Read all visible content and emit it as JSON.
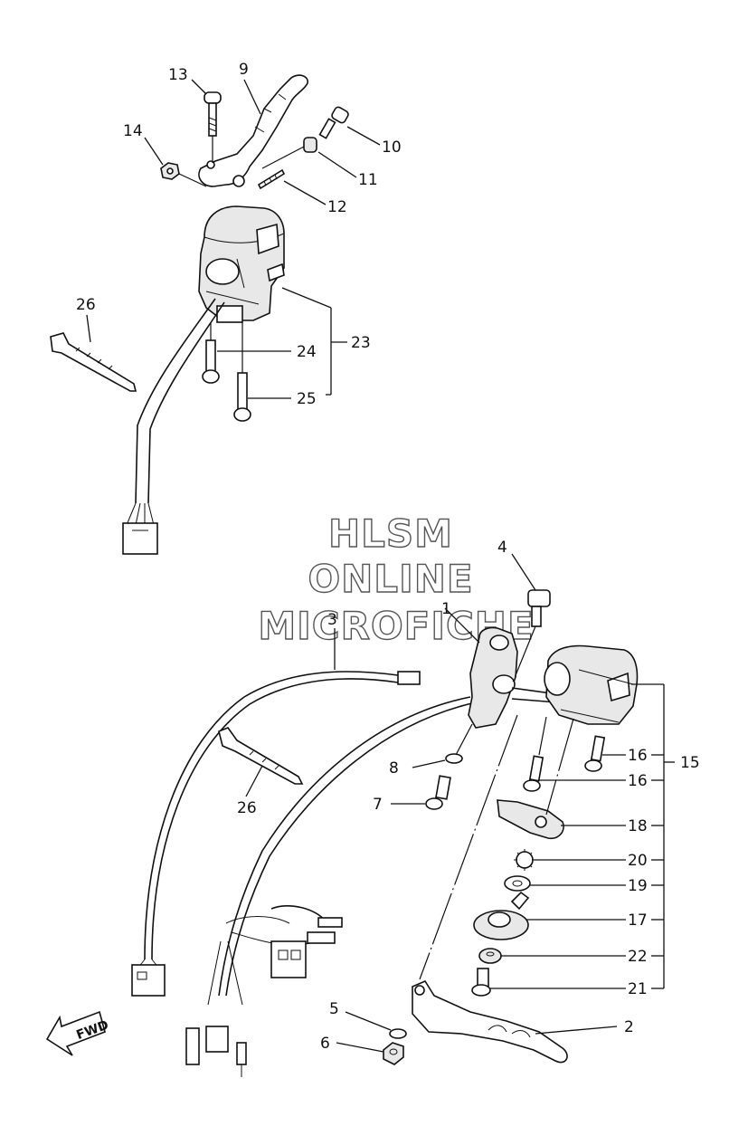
{
  "watermark": {
    "line1": "HLSM",
    "line2": "ONLINE",
    "line3": "MICROFICHE"
  },
  "direction_arrow": {
    "label": "FWD",
    "icon": "fwd-arrow-icon"
  },
  "callouts": [
    {
      "id": "c13",
      "text": "13"
    },
    {
      "id": "c9",
      "text": "9"
    },
    {
      "id": "c14",
      "text": "14"
    },
    {
      "id": "c10",
      "text": "10"
    },
    {
      "id": "c11",
      "text": "11"
    },
    {
      "id": "c12",
      "text": "12"
    },
    {
      "id": "c26a",
      "text": "26"
    },
    {
      "id": "c23",
      "text": "23"
    },
    {
      "id": "c24",
      "text": "24"
    },
    {
      "id": "c25",
      "text": "25"
    },
    {
      "id": "c4",
      "text": "4"
    },
    {
      "id": "c1",
      "text": "1"
    },
    {
      "id": "c3",
      "text": "3"
    },
    {
      "id": "c16a",
      "text": "16"
    },
    {
      "id": "c15",
      "text": "15"
    },
    {
      "id": "c16b",
      "text": "16"
    },
    {
      "id": "c8",
      "text": "8"
    },
    {
      "id": "c7",
      "text": "7"
    },
    {
      "id": "c26b",
      "text": "26"
    },
    {
      "id": "c18",
      "text": "18"
    },
    {
      "id": "c20",
      "text": "20"
    },
    {
      "id": "c19",
      "text": "19"
    },
    {
      "id": "c17",
      "text": "17"
    },
    {
      "id": "c22",
      "text": "22"
    },
    {
      "id": "c21",
      "text": "21"
    },
    {
      "id": "c2",
      "text": "2"
    },
    {
      "id": "c5",
      "text": "5"
    },
    {
      "id": "c6",
      "text": "6"
    }
  ]
}
